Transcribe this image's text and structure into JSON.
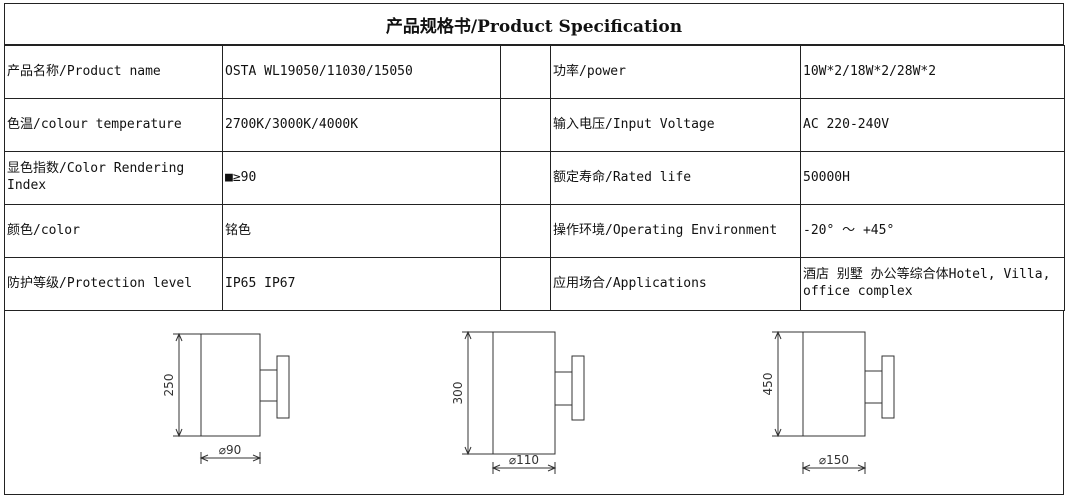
{
  "title": "产品规格书/Product Specification",
  "rows": [
    {
      "label1": "产品名称/Product name",
      "value1": "OSTA  WL19050/11030/15050",
      "label2": "功率/power",
      "value2": "10W*2/18W*2/28W*2"
    },
    {
      "label1": "色温/colour temperature",
      "value1": "2700K/3000K/4000K",
      "label2": "输入电压/Input Voltage",
      "value2": "AC 220-240V"
    },
    {
      "label1": "显色指数/Color Rendering Index",
      "value1": "■≥90",
      "label2": "额定寿命/Rated life",
      "value2": "50000H"
    },
    {
      "label1": "颜色/color",
      "value1": "铭色",
      "label2": "操作环境/Operating Environment",
      "value2": "-20° ～ +45°"
    },
    {
      "label1": "防护等级/Protection level",
      "value1": "IP65 IP67",
      "label2": "应用场合/Applications",
      "value2": "酒店 别墅 办公等综合体Hotel, Villa, office complex"
    }
  ],
  "drawings": [
    {
      "height_label": "250",
      "diameter_label": "⌀90"
    },
    {
      "height_label": "300",
      "diameter_label": "⌀110"
    },
    {
      "height_label": "450",
      "diameter_label": "⌀150"
    }
  ]
}
